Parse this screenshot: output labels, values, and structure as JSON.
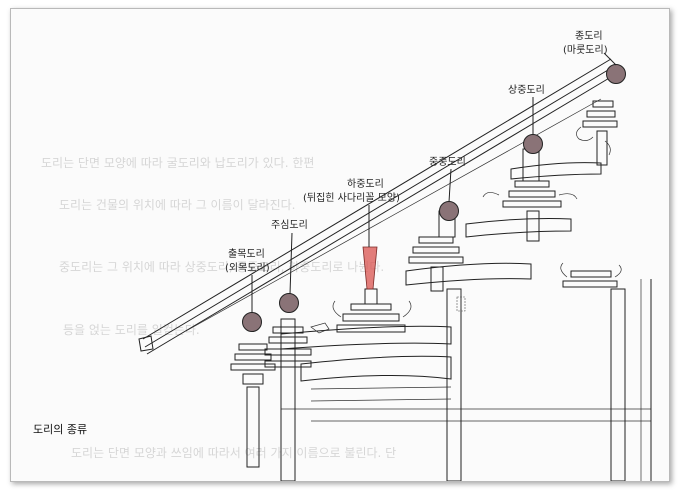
{
  "caption": "도리의 종류",
  "colors": {
    "purlin": "#8a7377",
    "highlight": "#d9534f",
    "frame": "#b9b9b9"
  },
  "labels": {
    "jongdori": "종도리",
    "jongdori_alt": "(마룻도리)",
    "sangjungdori": "상중도리",
    "jungjungdori": "중중도리",
    "hajungdori": "하중도리",
    "hajungdori_note": "(뒤집힌 사다리꼴 모양)",
    "jusimdori": "주심도리",
    "chulmokdori": "출목도리",
    "chulmokdori_alt": "(외목도리)"
  },
  "bleed_text": [
    "도리는 단면 모양에 따라 굴도리와 납도리가 있다. 한편",
    "도리는 건물의 위치에 따라 그 이름이 달라진다.",
    "중도리는 그 위치에 따라 상중도리, 중중도리, 하중도리로 나뉜다.",
    "등을 얹는 도리를 일컫는다.",
    "도리는 단면 모양과 쓰임에 따라서 여러 가지 이름으로 불린다. 단"
  ]
}
